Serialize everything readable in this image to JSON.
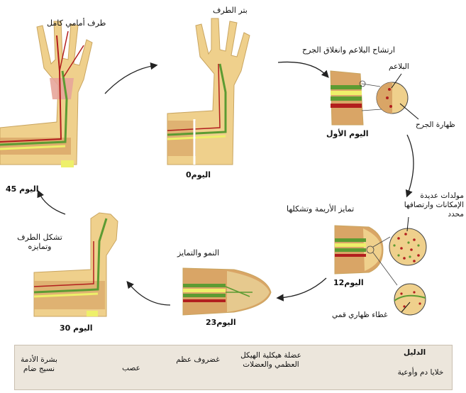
{
  "stages": {
    "forelimb": {
      "caption": "طرف أمامي كامل",
      "day": "اليوم 45"
    },
    "amputation": {
      "caption": "بتر الطرف",
      "day": "اليوم0"
    },
    "infiltration": {
      "caption": "ارتشاح البلاعم وانغلاق الجرح",
      "day": "اليوم الأول"
    },
    "blastema": {
      "caption": "تمايز الأريمة وتشكلها",
      "day": "اليوم12"
    },
    "growth": {
      "caption": "النمو والتمايز",
      "day": "اليوم23"
    },
    "formation": {
      "caption": "تشكل الطرف وتمايزه",
      "day": "اليوم 30"
    }
  },
  "annotations": {
    "macrophages": "البلاعم",
    "wound_epithelium": "ظهارة الجرح",
    "progenitors": "مولدات عديدة الإمكانات وارتصافها محدد",
    "apical_cap": "غطاء ظهاري قمي"
  },
  "legend": {
    "title": "الدليل",
    "items": [
      {
        "label": "خلايا دم وأوعية",
        "icon": "blood-vessel-icon"
      },
      {
        "label": "عضلة هيكلية الهيكل العظمي والعضلات",
        "icon": "muscle-arm-icon"
      },
      {
        "label": "غضروف عظم",
        "icon": "cartilage-bone-icon"
      },
      {
        "label": "عصب",
        "icon": "nerve-icon"
      },
      {
        "label": "بشرة الأدمة نسيج ضام",
        "icon": "skin-tissue-icon"
      }
    ]
  },
  "colors": {
    "skin": "#efd08c",
    "dermis": "#d9a566",
    "muscle": "#e7a59a",
    "bone_green": "#5c9b32",
    "cartilage": "#eef06a",
    "vessel": "#b21e1e",
    "nerve": "#3d9b3d",
    "legend_bg": "#ece6dc"
  }
}
